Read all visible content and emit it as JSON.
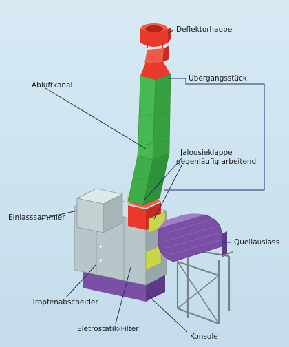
{
  "labels": {
    "deflektorhaube": "Deflektorhaube",
    "uebergangsstueck": "Übergangsstück",
    "abluftkanal": "Abluftkanal",
    "jalousieklappe_line1": "Jalousieklappe",
    "jalousieklappe_line2": "gegenläufig arbeitend",
    "einlasssammler": "Einlasssammler",
    "quellauslass": "Quellauslass",
    "tropfenabscheider": "Tropfenabscheider",
    "elektrostatik_filter": "Eletrostatik-Filter",
    "konsole": "Konsole"
  },
  "colors": {
    "background": "#cfe4ef",
    "hood_red": "#e8392a",
    "duct_green": "#3fae49",
    "unit_grey": "#b7c6c8",
    "base_purple": "#7b4fa6",
    "damper_yellow": "#c7d64a",
    "steel_grey": "#7a8288",
    "leader_line": "#1f2d6b"
  }
}
